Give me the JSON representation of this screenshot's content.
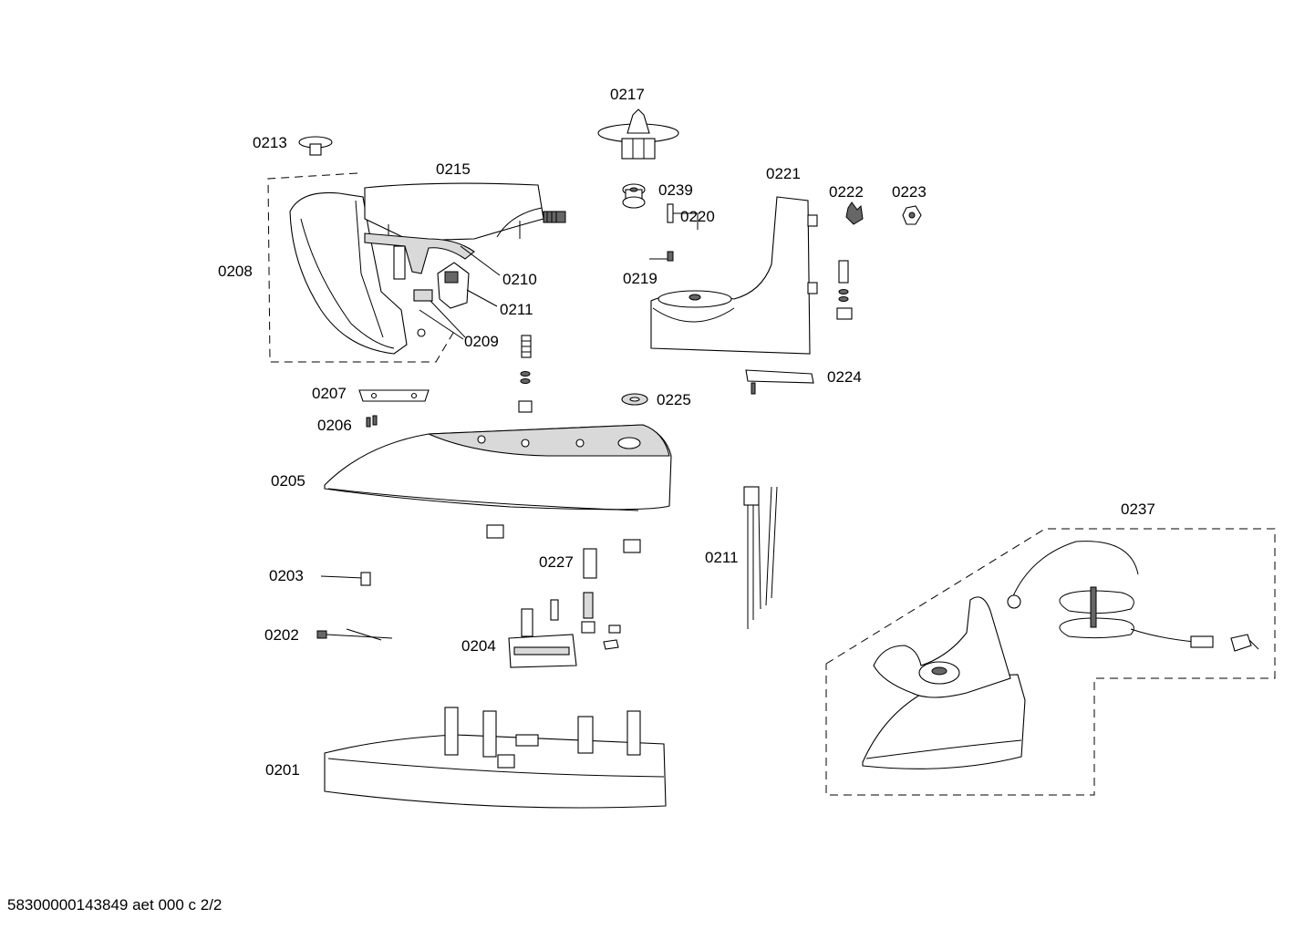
{
  "footer": "58300000143849 aet 000 c 2/2",
  "labels": {
    "p0201": "0201",
    "p0202": "0202",
    "p0203": "0203",
    "p0204": "0204",
    "p0205": "0205",
    "p0206": "0206",
    "p0207": "0207",
    "p0208": "0208",
    "p0209": "0209",
    "p0210": "0210",
    "p0211a": "0211",
    "p0211b": "0211",
    "p0213": "0213",
    "p0215": "0215",
    "p0217": "0217",
    "p0219": "0219",
    "p0220": "0220",
    "p0221": "0221",
    "p0222": "0222",
    "p0223": "0223",
    "p0224": "0224",
    "p0225": "0225",
    "p0227": "0227",
    "p0237": "0237",
    "p0239": "0239"
  }
}
